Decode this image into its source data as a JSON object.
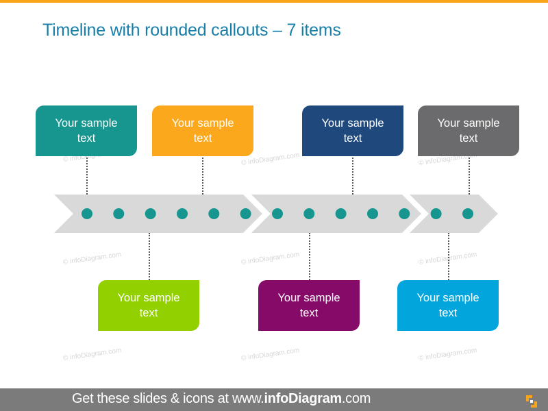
{
  "slide": {
    "title": "Timeline with rounded callouts – 7 items",
    "accent_color": "#F9A51B",
    "title_color": "#1A7FA8"
  },
  "timeline": {
    "arrow_color": "#D9D9D9",
    "dot_color": "#16968F",
    "dot_count": 13,
    "segments": 3
  },
  "callouts": {
    "top": [
      {
        "label": "Your sample text",
        "color": "#16968F"
      },
      {
        "label": "Your sample text",
        "color": "#FBA81C"
      },
      {
        "label": "Your sample text",
        "color": "#1F497D"
      },
      {
        "label": "Your sample text",
        "color": "#6B6B6D"
      }
    ],
    "bottom": [
      {
        "label": "Your sample text",
        "color": "#92D000"
      },
      {
        "label": "Your sample text",
        "color": "#860B69"
      },
      {
        "label": "Your sample text",
        "color": "#02A6DD"
      }
    ]
  },
  "watermark": "© infoDiagram.com",
  "footer": {
    "prefix": "Get these slides & icons at www.",
    "brand": "infoDiagram",
    "suffix": ".com",
    "background": "#7B7B7B"
  }
}
